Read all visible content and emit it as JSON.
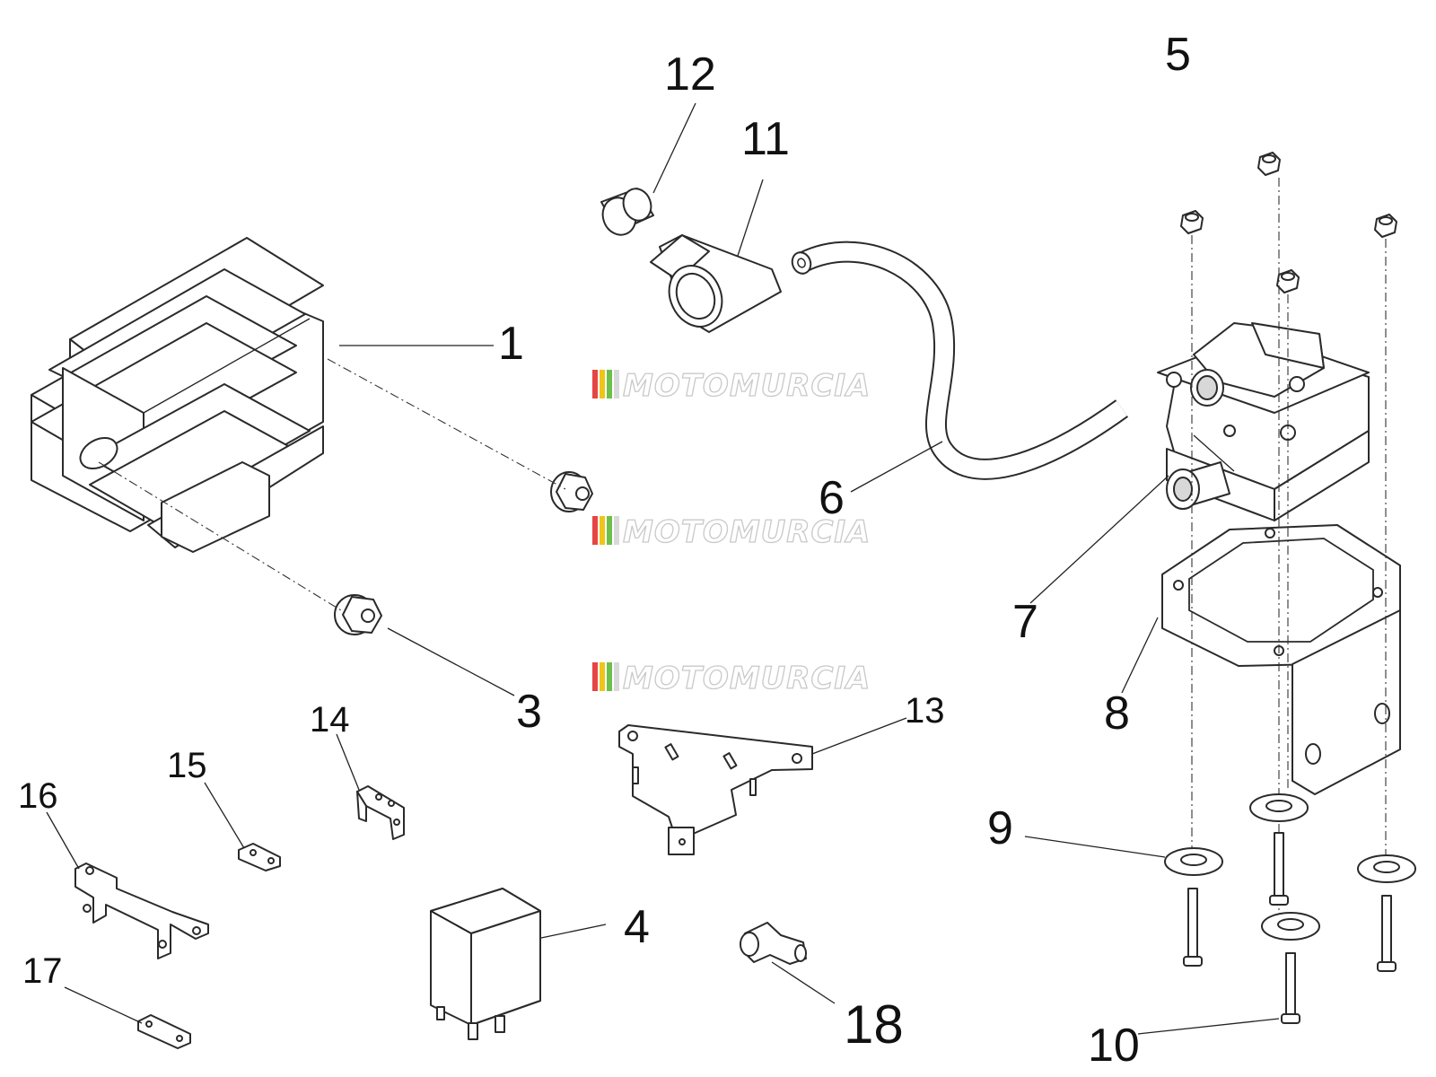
{
  "watermark": {
    "text": "MOTOMURCIA",
    "stripe_colors": [
      "#e64545",
      "#f0c419",
      "#6cc04a",
      "#d9d9d9"
    ]
  },
  "callouts": {
    "c1": "1",
    "c3": "3",
    "c4": "4",
    "c5": "5",
    "c6": "6",
    "c7": "7",
    "c8": "8",
    "c9": "9",
    "c10": "10",
    "c11": "11",
    "c12": "12",
    "c13": "13",
    "c14": "14",
    "c15": "15",
    "c16": "16",
    "c17": "17",
    "c18": "18"
  },
  "parts": [
    {
      "ref": "1",
      "icon": "voltage-regulator-icon"
    },
    {
      "ref": "3",
      "icon": "flange-nut-icon"
    },
    {
      "ref": "4",
      "icon": "relay-icon"
    },
    {
      "ref": "5",
      "icon": "hex-nut-icon"
    },
    {
      "ref": "6",
      "icon": "hv-cable-icon"
    },
    {
      "ref": "7",
      "icon": "ignition-coil-icon"
    },
    {
      "ref": "8",
      "icon": "coil-bracket-icon"
    },
    {
      "ref": "9",
      "icon": "washer-icon"
    },
    {
      "ref": "10",
      "icon": "screw-icon"
    },
    {
      "ref": "11",
      "icon": "spark-plug-cap-icon"
    },
    {
      "ref": "12",
      "icon": "cap-sleeve-icon"
    },
    {
      "ref": "13",
      "icon": "support-plate-icon"
    },
    {
      "ref": "14",
      "icon": "small-bracket-icon"
    },
    {
      "ref": "15",
      "icon": "tab-bracket-icon"
    },
    {
      "ref": "16",
      "icon": "bent-bracket-icon"
    },
    {
      "ref": "17",
      "icon": "flat-tab-icon"
    },
    {
      "ref": "18",
      "icon": "elbow-connector-icon"
    }
  ]
}
